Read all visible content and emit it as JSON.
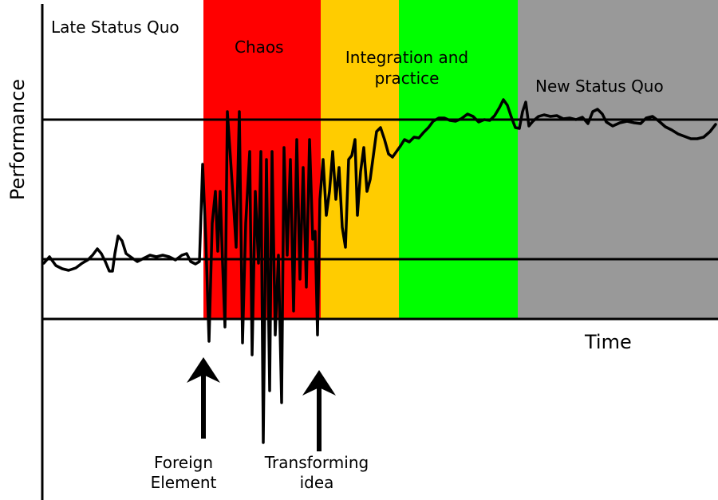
{
  "phases": [
    {
      "key": "late",
      "label": "Late Status Quo",
      "color": "#ffffff"
    },
    {
      "key": "chaos",
      "label": "Chaos",
      "color": "#ff0000"
    },
    {
      "key": "integration",
      "label": "Integration and practice",
      "color": "#ffcc00"
    },
    {
      "key": "integration2",
      "label": "",
      "color": "#00ff00"
    },
    {
      "key": "new",
      "label": "New Status Quo",
      "color": "#999999"
    }
  ],
  "axes": {
    "ylabel": "Performance",
    "xlabel": "Time"
  },
  "annotations": {
    "foreign": "Foreign Element",
    "transforming": "Transforming idea"
  },
  "colors": {
    "line": "#000000"
  },
  "icons": [
    "up-arrow-icon",
    "up-arrow-icon"
  ]
}
